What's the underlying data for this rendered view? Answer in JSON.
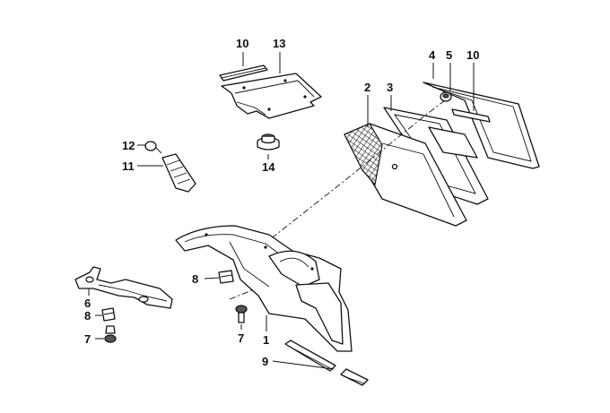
{
  "callouts": {
    "c1": "1",
    "c2": "2",
    "c3": "3",
    "c4": "4",
    "c5": "5",
    "c6": "6",
    "c7a": "7",
    "c7b": "7",
    "c8a": "8",
    "c8b": "8",
    "c9": "9",
    "c10a": "10",
    "c10b": "10",
    "c11": "11",
    "c12": "12",
    "c13": "13",
    "c14": "14"
  },
  "colors": {
    "line": "#111111",
    "fill": "#ffffff",
    "shade": "#555555"
  }
}
